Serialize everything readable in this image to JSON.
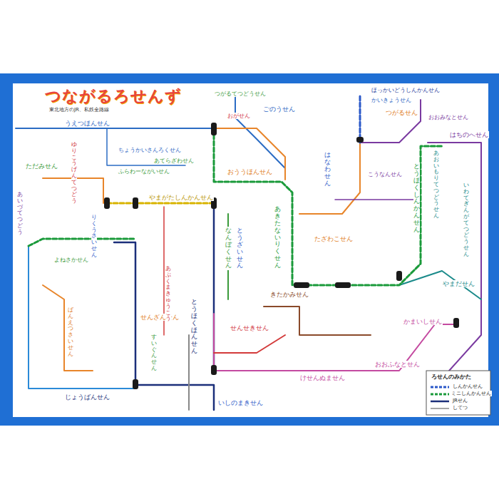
{
  "diagram": {
    "title": "つながるろせんず",
    "labels": [
      "東北地方のJR、私鉄全路線",
      "うえつほんせん",
      "ちょうかいさんろくせん",
      "おがせん",
      "つがるてつどうせん",
      "ごのうせん",
      "ほっかいどうしんかんせん",
      "かいきょうせん",
      "つがるせん",
      "おおみなとせん",
      "はちのへせん",
      "あおいもりてつどうせん",
      "おううほんせん",
      "はなわせん",
      "とうほくしんかんせん",
      "こうなんせん",
      "いわてぎんがてつどうせん",
      "たざわこせん",
      "あきたないりくせん",
      "きたかみせん",
      "やまだせん",
      "かまいしせん",
      "おおふなとせん",
      "けせんぬません",
      "いしのまきせん",
      "せんせきせん",
      "とうほくほんせん",
      "せんざんせん",
      "ゆりこうげんてつどう",
      "りくうさいせん",
      "やまがたしんかんせん",
      "ふらわーながいせん",
      "あてらざわせん",
      "よねさかせん",
      "ばんえつさいせん",
      "ただみせん",
      "あいづてつどう",
      "じょうばんせん",
      "すいぐんせん",
      "あぶくまきゅうこう",
      "なんぼくせん",
      "とうざいせん",
      "ろせんのみかた"
    ],
    "legend": [
      {
        "text": "しんかんせん"
      },
      {
        "text": "ミニしんかんせん"
      },
      {
        "text": "JRせん"
      },
      {
        "text": "してつ"
      }
    ]
  }
}
